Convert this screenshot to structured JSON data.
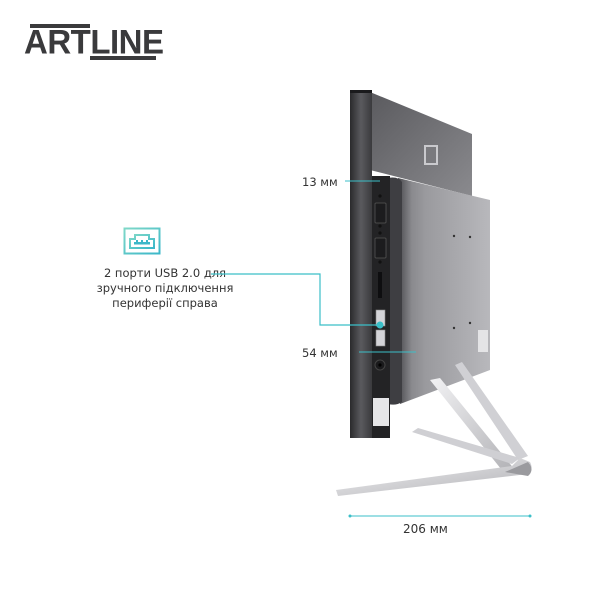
{
  "brand": {
    "logo_text": "ARTLINE"
  },
  "feature": {
    "icon": "usb-port-icon",
    "lines": [
      "2 порти USB 2.0 для",
      "зручного підключення",
      "периферії справа"
    ]
  },
  "dimensions": {
    "bezel_thickness": "13 мм",
    "body_thickness": "54 мм",
    "stand_depth": "206 мм"
  },
  "colors": {
    "accent": "#3bbfc8",
    "logo": "#3a3a3c",
    "text": "#333333"
  }
}
